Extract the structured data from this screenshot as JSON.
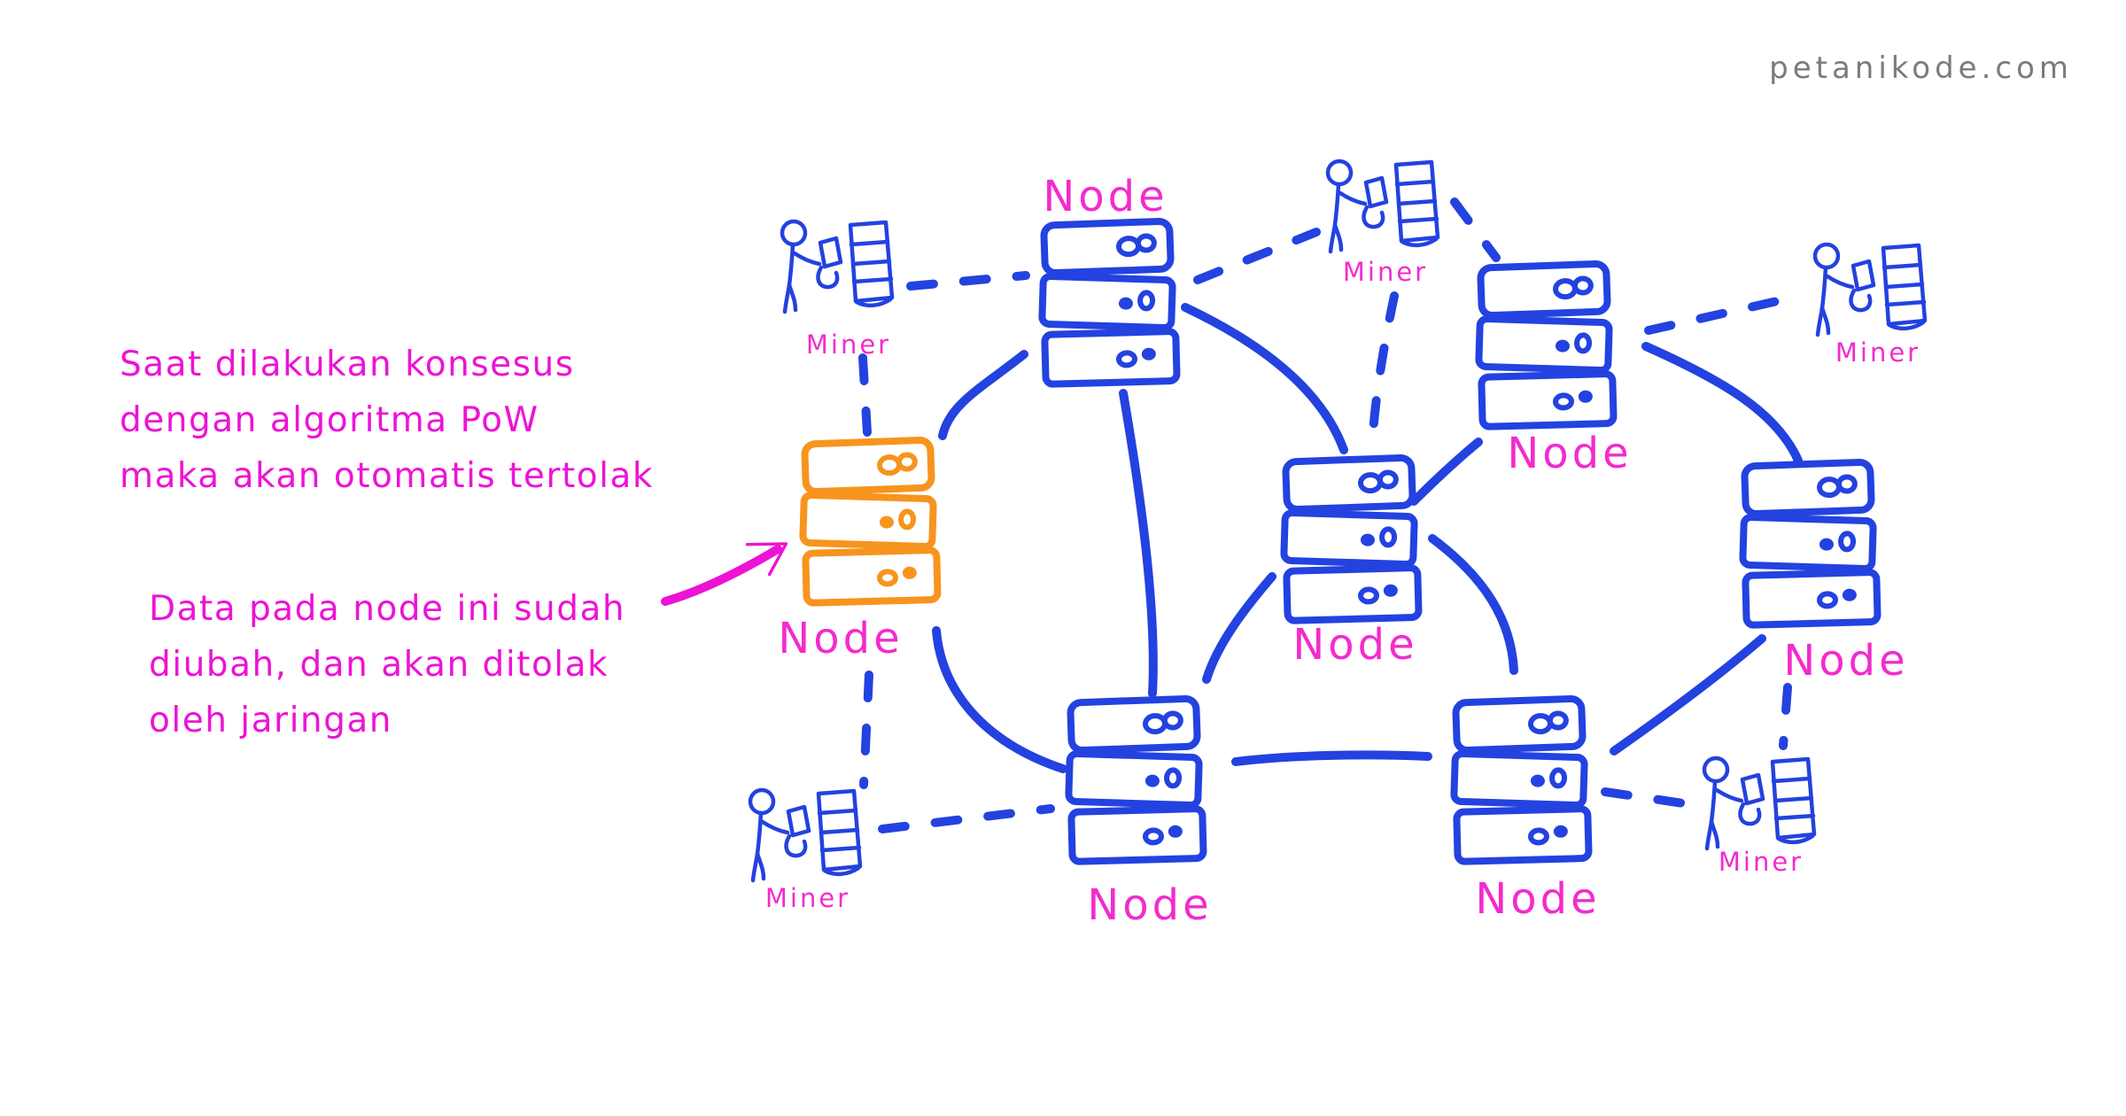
{
  "watermark": "petanikode.com",
  "colors": {
    "blue": "#2342E0",
    "orange": "#F7941E",
    "magenta": "#ED13D4",
    "label_pink": "#F32BCD",
    "gray": "#7B7B7B",
    "background": "#FFFFFF"
  },
  "annotations": {
    "consensus_note": {
      "lines": [
        "Saat dilakukan konsesus",
        "dengan algoritma PoW",
        "maka akan otomatis tertolak"
      ]
    },
    "tampered_note": {
      "lines": [
        "Data pada node ini sudah",
        "diubah, dan akan ditolak",
        "oleh jaringan"
      ]
    }
  },
  "nodes": [
    {
      "id": "tampered-node",
      "label": "Node",
      "color": "#F7941E"
    },
    {
      "id": "top-node",
      "label": "Node",
      "color": "#2342E0"
    },
    {
      "id": "upper-right-node",
      "label": "Node",
      "color": "#2342E0"
    },
    {
      "id": "center-node",
      "label": "Node",
      "color": "#2342E0"
    },
    {
      "id": "far-right-node",
      "label": "Node",
      "color": "#2342E0"
    },
    {
      "id": "bottom-left-node",
      "label": "Node",
      "color": "#2342E0"
    },
    {
      "id": "bottom-right-node",
      "label": "Node",
      "color": "#2342E0"
    }
  ],
  "miners": [
    {
      "id": "miner-top-left",
      "label": "Miner"
    },
    {
      "id": "miner-top-middle",
      "label": "Miner"
    },
    {
      "id": "miner-right",
      "label": "Miner"
    },
    {
      "id": "miner-bottom-right",
      "label": "Miner"
    },
    {
      "id": "miner-bottom-left",
      "label": "Miner"
    }
  ]
}
